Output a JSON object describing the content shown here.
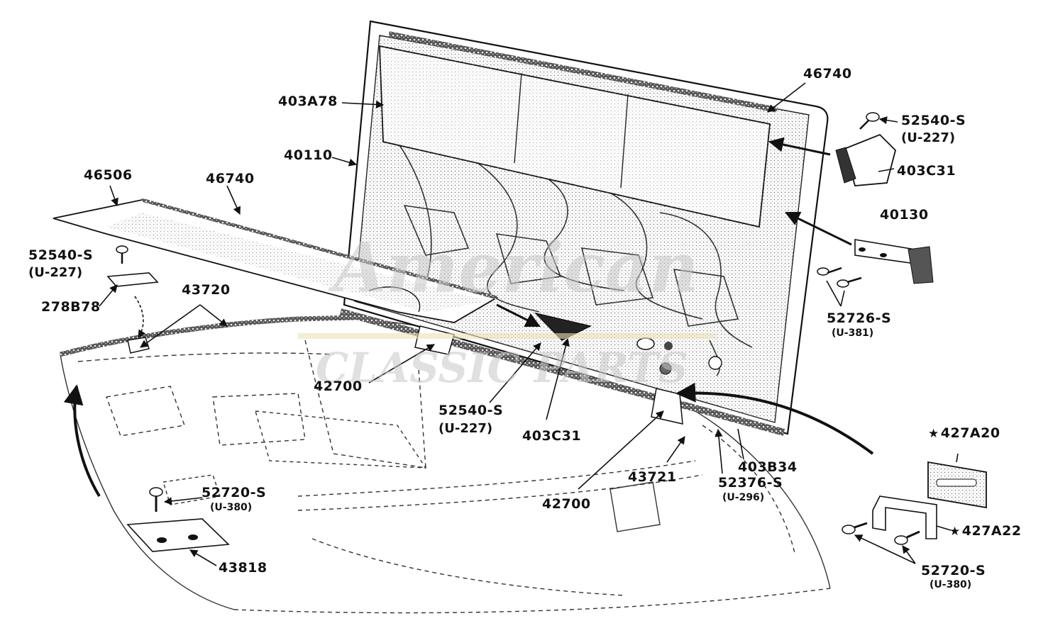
{
  "watermark": {
    "line1": "American",
    "line2": "CLASSIC PARTS"
  },
  "labels": {
    "p403a78": "403A78",
    "p46740_top": "46740",
    "p52540s_top": "52540-S",
    "p52540s_top_sub": "(U-227)",
    "p40110": "40110",
    "p403c31_right": "403C31",
    "p46506": "46506",
    "p46740_left": "46740",
    "p40130": "40130",
    "p52540s_left": "52540-S",
    "p52540s_left_sub": "(U-227)",
    "p278b78": "278B78",
    "p43720": "43720",
    "p52726s": "52726-S",
    "p52726s_sub": "(U-381)",
    "p42700_left": "42700",
    "p52540s_center": "52540-S",
    "p52540s_center_sub": "(U-227)",
    "p403c31_center": "403C31",
    "p427a20": "427A20",
    "p403b34": "403B34",
    "p43721": "43721",
    "p52376s": "52376-S",
    "p52376s_sub": "(U-296)",
    "p52720s_left": "52720-S",
    "p52720s_left_sub": "(U-380)",
    "p42700_center": "42700",
    "p427a22": "427A22",
    "p43818": "43818",
    "p52720s_right": "52720-S",
    "p52720s_right_sub": "(U-380)",
    "star": "★"
  },
  "colors": {
    "ink": "#111111",
    "paper": "#ffffff",
    "stipple": "#9a9a9a",
    "watermark": "#c8c8c8",
    "watermark_band": "#e8e2b8"
  }
}
